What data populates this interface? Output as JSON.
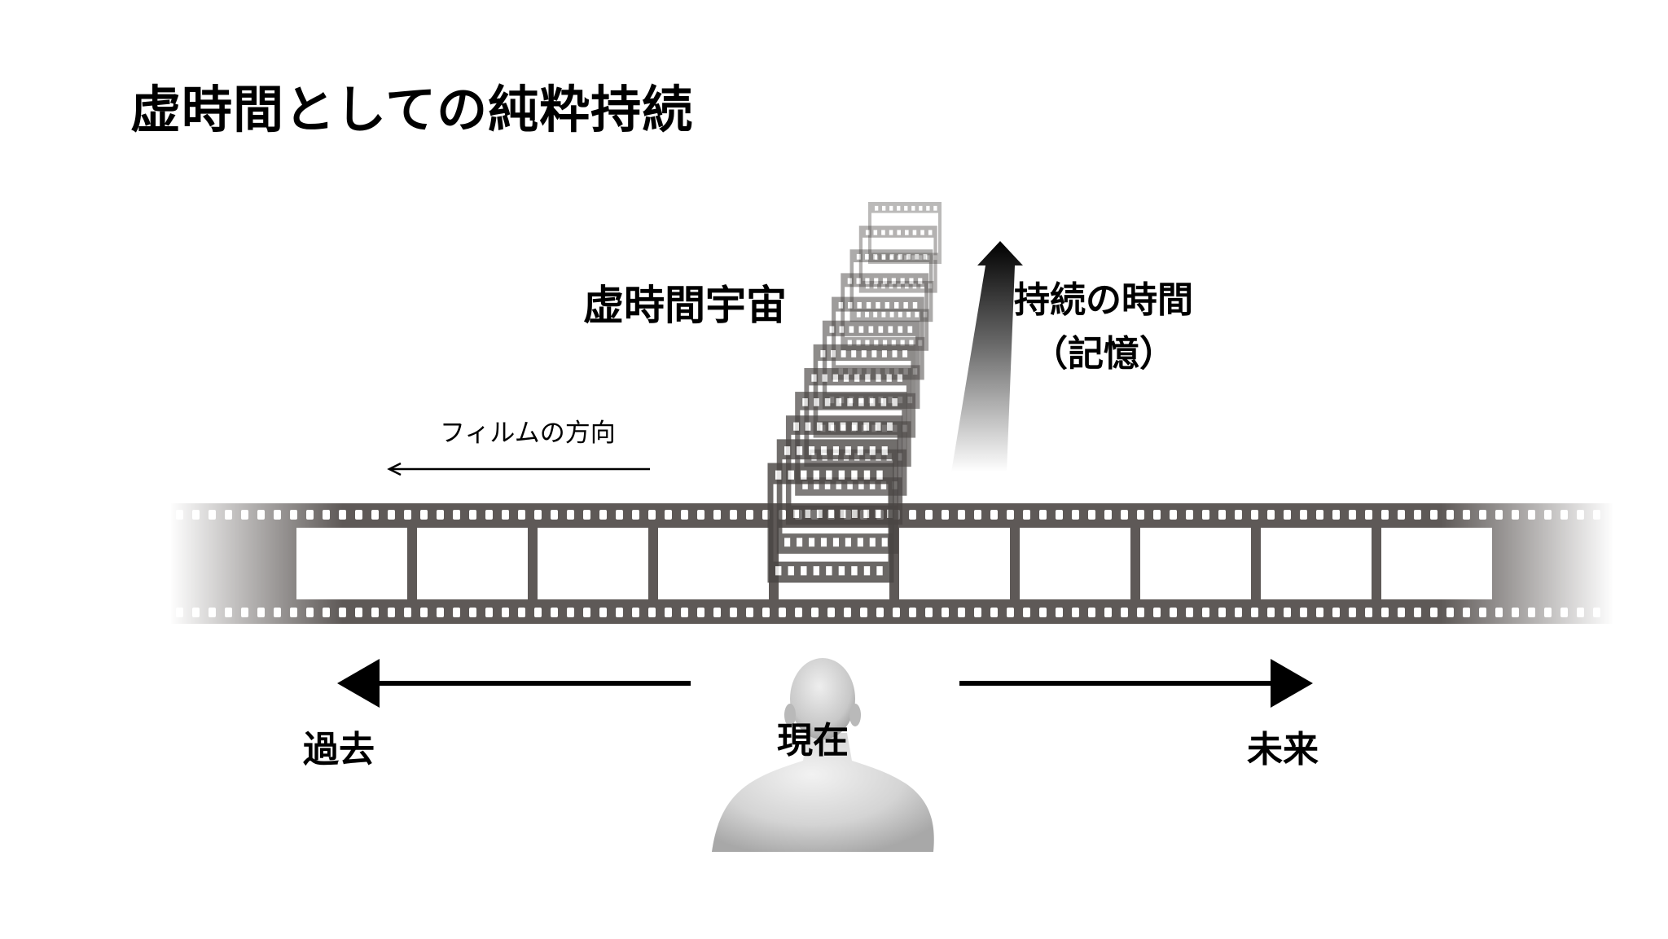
{
  "slide": {
    "title": "虚時間としての純粋持続",
    "labels": {
      "imaginary_time_universe": "虚時間宇宙",
      "duration_time_line1": "持続の時間",
      "duration_time_line2": "（記憶）",
      "film_direction": "フィルムの方向",
      "past": "過去",
      "present": "現在",
      "future": "未来"
    },
    "icons": {
      "film_strip": "film-strip",
      "film_stack": "stacked-film-frames",
      "person": "person-head-shoulders-back",
      "arrow_up": "gradient-arrow-up",
      "arrow_left": "arrow-left",
      "arrow_right": "arrow-right"
    },
    "colors": {
      "background": "#ffffff",
      "text": "#000000",
      "film": "#5e5957",
      "film_hole": "#ffffff",
      "figure": "#d9d9d9"
    }
  }
}
